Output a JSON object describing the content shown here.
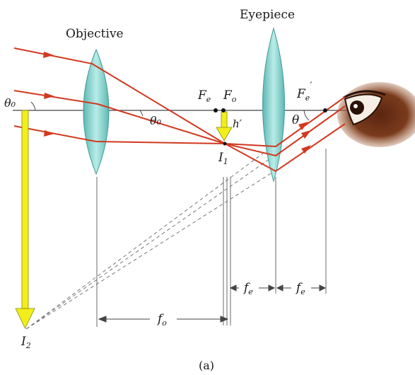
{
  "labels": {
    "objective": "Objective",
    "eyepiece": "Eyepiece",
    "theta0_left": "θ₀",
    "theta0_mid": "θ₀",
    "theta": "θ",
    "fe_point": "F",
    "fe_point_sub": "e",
    "fo_point": "F",
    "fo_point_sub": "o",
    "fe_prime": "F",
    "fe_prime_sub": "e",
    "fe_prime_mark": "′",
    "h_prime": "h′",
    "i1": "I",
    "i1_sub": "1",
    "i2": "I",
    "i2_sub": "2",
    "dim_fo": "f",
    "dim_fo_sub": "o",
    "dim_fe1": "f",
    "dim_fe1_sub": "e",
    "dim_fe2": "f",
    "dim_fe2_sub": "e",
    "caption": "(a)"
  },
  "colors": {
    "ray": "#d2391f",
    "lens_fill": "#8fd3cf",
    "lens_edge": "#3f9a96",
    "image_arrow": "#f2ee1a",
    "image_arrow_edge": "#8a8a10",
    "axis": "#555555",
    "eye_skin": "#7a3b1c"
  }
}
